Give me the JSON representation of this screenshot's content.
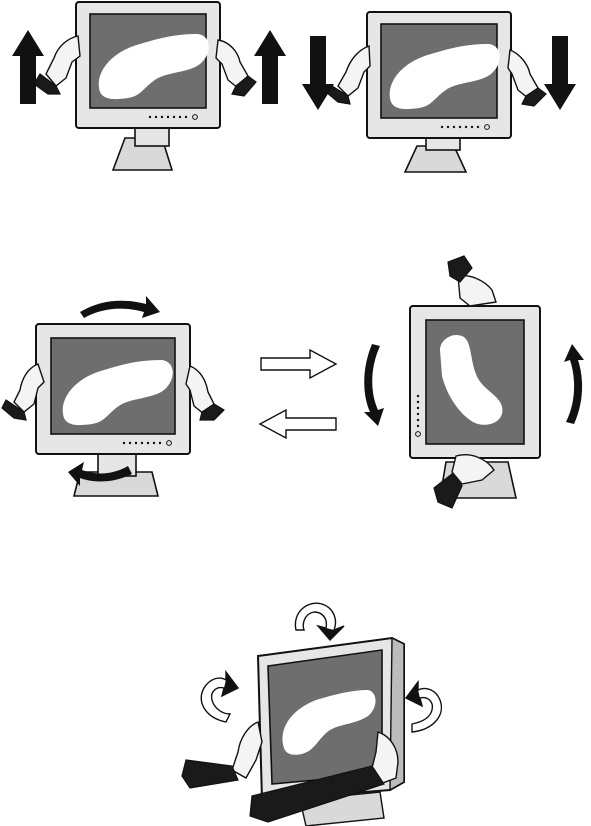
{
  "colors": {
    "screen": "#6e6e6e",
    "bezel": "#e6e6e6",
    "stand": "#d9d9d9",
    "outline": "#111111",
    "arrow_solid": "#111111",
    "arrow_hollow": "#ffffff",
    "glove": "#f4f4f4",
    "sleeve": "#1a1a1a",
    "background": "#ffffff"
  },
  "panels": [
    {
      "id": "height-raise",
      "icons": [
        "monitor-icon",
        "up-arrow-icon",
        "up-arrow-icon",
        "hands-icon"
      ]
    },
    {
      "id": "height-lower",
      "icons": [
        "monitor-icon",
        "down-arrow-icon",
        "down-arrow-icon",
        "hands-icon"
      ]
    },
    {
      "id": "swivel-landscape",
      "icons": [
        "monitor-icon",
        "curved-arrow-icon",
        "curved-arrow-icon",
        "hands-icon"
      ]
    },
    {
      "id": "switch-orientation",
      "icons": [
        "hollow-right-arrow-icon",
        "hollow-left-arrow-icon"
      ]
    },
    {
      "id": "pivot-portrait",
      "icons": [
        "monitor-icon",
        "curved-arrow-icon",
        "curved-arrow-icon",
        "hands-icon"
      ]
    },
    {
      "id": "tilt-rotate",
      "icons": [
        "monitor-icon",
        "rotate-arrow-icon",
        "rotate-arrow-icon",
        "rotate-arrow-icon",
        "arms-icon"
      ]
    }
  ]
}
